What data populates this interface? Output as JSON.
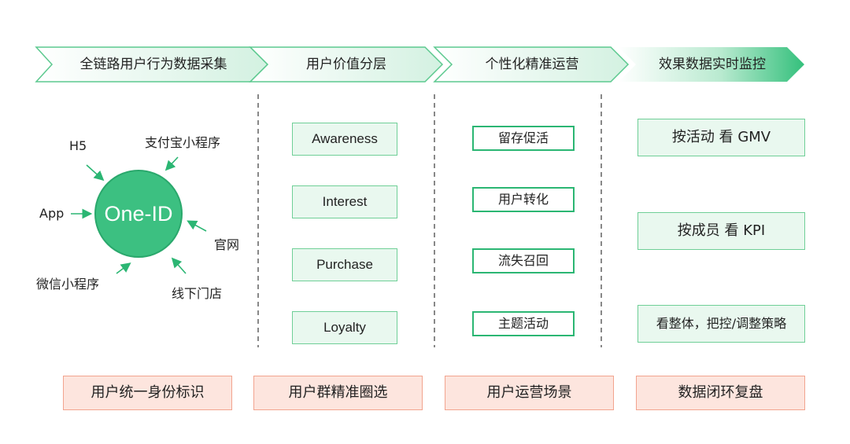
{
  "header": {
    "steps": [
      {
        "label": "全链路用户行为数据采集"
      },
      {
        "label": "用户价值分层"
      },
      {
        "label": "个性化精准运营"
      },
      {
        "label": "效果数据实时监控"
      }
    ]
  },
  "collection": {
    "center_label": "One-ID",
    "sources": [
      "H5",
      "支付宝小程序",
      "App",
      "官网",
      "微信小程序",
      "线下门店"
    ]
  },
  "layering": {
    "stages": [
      "Awareness",
      "Interest",
      "Purchase",
      "Loyalty"
    ]
  },
  "operation": {
    "scenes": [
      "留存促活",
      "用户转化",
      "流失召回",
      "主题活动"
    ]
  },
  "monitoring": {
    "items": [
      "按活动 看 GMV",
      "按成员 看 KPI",
      "看整体，把控/调整策略"
    ]
  },
  "footer": {
    "labels": [
      "用户统一身份标识",
      "用户群精准圈选",
      "用户运营场景",
      "数据闭环复盘"
    ]
  },
  "colors": {
    "accent_green": "#2bb673",
    "light_green_fill": "#e9f8ef",
    "footer_fill": "#fde5de",
    "footer_border": "#f2a48f",
    "divider_gray": "#888888"
  }
}
